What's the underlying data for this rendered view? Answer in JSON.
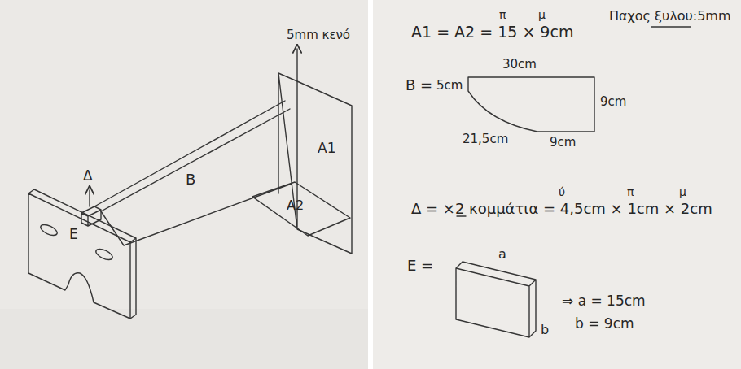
{
  "diagram": {
    "labels": [
      "5mm κενό",
      "A1",
      "A2",
      "B",
      "Δ",
      "E",
      "Παχος ξυλου:5mm",
      "A1 = A2 = 15 × 9cm",
      "π",
      "μ",
      "B =",
      "30cm",
      "5cm",
      "9cm",
      "21,5cm",
      "9cm",
      "Δ = ×2 κομμάτια = 4,5cm × 1cm × 2cm",
      "ύ",
      "π",
      "μ",
      "E =",
      "a",
      "b",
      "⇒ a = 15cm",
      "b = 9cm"
    ]
  }
}
